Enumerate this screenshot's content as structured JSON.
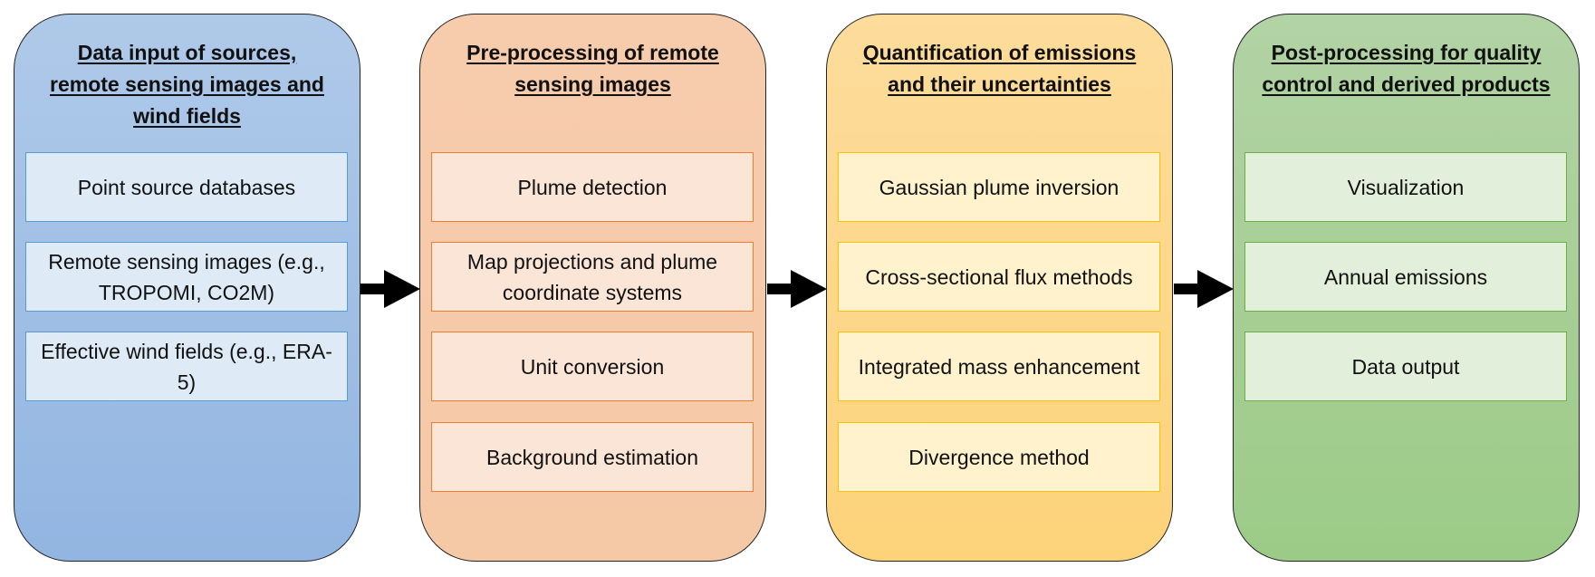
{
  "panels": [
    {
      "title": "Data input of sources, remote sensing images and wind fields",
      "color": "#a9c4e6",
      "items": [
        "Point source databases",
        "Remote sensing images (e.g., TROPOMI, CO2M)",
        "Effective wind fields (e.g., ERA-5)"
      ]
    },
    {
      "title": "Pre-processing of remote sensing images",
      "color": "#f7cbab",
      "items": [
        "Plume detection",
        "Map projections and plume coordinate systems",
        "Unit conversion",
        "Background estimation"
      ]
    },
    {
      "title": "Quantification of emissions and their uncertainties",
      "color": "#fdd88a",
      "items": [
        "Gaussian plume inversion",
        "Cross-sectional flux methods",
        "Integrated mass enhancement",
        "Divergence method"
      ]
    },
    {
      "title": "Post-processing for quality control and derived products",
      "color": "#a8cf97",
      "items": [
        "Visualization",
        "Annual emissions",
        "Data output"
      ]
    }
  ],
  "arrows": [
    "arrow-right-icon",
    "arrow-right-icon",
    "arrow-right-icon"
  ]
}
